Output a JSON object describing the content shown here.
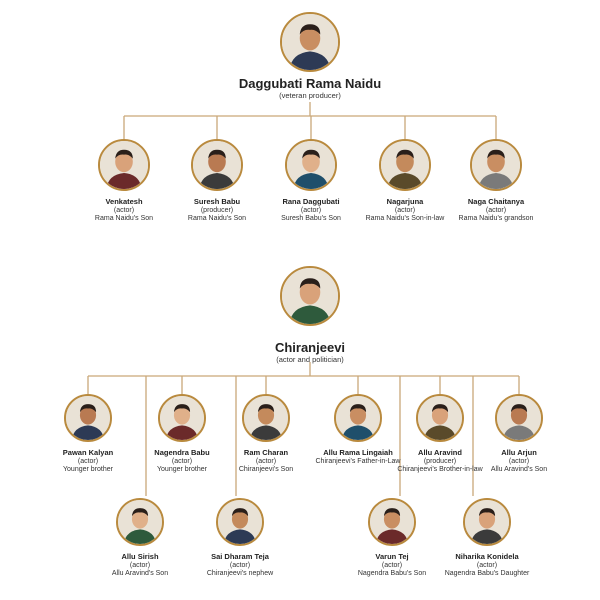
{
  "title": "",
  "colors": {
    "accent": "#b98a3e",
    "line": "#c9a878"
  },
  "families": [
    {
      "root": {
        "name": "Daggubati Rama Naidu",
        "role": "(veteran producer)"
      },
      "members": [
        {
          "name": "Venkatesh",
          "role": "(actor)",
          "relation": "Rama Naidu's Son"
        },
        {
          "name": "Suresh Babu",
          "role": "(producer)",
          "relation": "Rama Naidu's Son"
        },
        {
          "name": "Rana Daggubati",
          "role": "(actor)",
          "relation": "Suresh Babu's Son"
        },
        {
          "name": "Nagarjuna",
          "role": "(actor)",
          "relation": "Rama Naidu's Son-in-law"
        },
        {
          "name": "Naga Chaitanya",
          "role": "(actor)",
          "relation": "Rama Naidu's grandson"
        }
      ]
    },
    {
      "root": {
        "name": "Chiranjeevi",
        "role": "(actor and politician)"
      },
      "members": [
        {
          "name": "Pawan Kalyan",
          "role": "(actor)",
          "relation": "Younger brother"
        },
        {
          "name": "Nagendra Babu",
          "role": "(actor)",
          "relation": "Younger brother"
        },
        {
          "name": "Ram Charan",
          "role": "(actor)",
          "relation": "Chiranjeevi's Son"
        },
        {
          "name": "Allu Rama Lingaiah",
          "role": "",
          "relation": "Chiranjeevi's Father-in-Law"
        },
        {
          "name": "Allu Aravind",
          "role": "(producer)",
          "relation": "Chiranjeevi's Brother-in-law"
        },
        {
          "name": "Allu Arjun",
          "role": "(actor)",
          "relation": "Allu Aravind's Son"
        },
        {
          "name": "Allu Sirish",
          "role": "(actor)",
          "relation": "Allu Aravind's Son"
        },
        {
          "name": "Sai Dharam Teja",
          "role": "(actor)",
          "relation": "Chiranjeevi's nephew"
        },
        {
          "name": "Varun Tej",
          "role": "(actor)",
          "relation": "Nagendra Babu's Son"
        },
        {
          "name": "Niharika Konidela",
          "role": "(actor)",
          "relation": "Nagendra Babu's Daughter"
        }
      ]
    }
  ]
}
